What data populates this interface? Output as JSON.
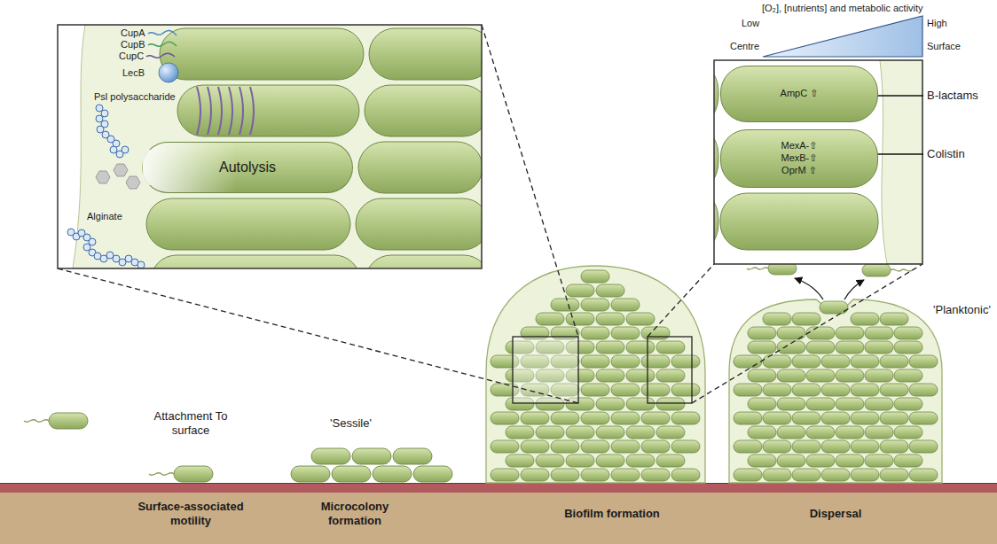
{
  "diagram": {
    "nodes": [
      {
        "text": [
          "Autolysis"
        ]
      },
      {
        "text": [
          "AmpC ⇧"
        ]
      },
      {
        "text": [
          "MexA-⇧",
          "MexB-⇧",
          "OprM ⇧"
        ]
      },
      {
        "text": [
          "Surface-associated motility",
          "Microcolony formation",
          "Biofilm formation",
          "Dispersal"
        ]
      }
    ],
    "labels": [
      "CupA",
      "CupB",
      "CupC",
      "LecB",
      "Psl polysaccharide",
      "Alginate",
      "[O₂], [nutrients] and metabolic activity",
      "Low",
      "High",
      "Centre",
      "Surface",
      "B-lactams",
      "Colistin",
      "Attachment To surface",
      "'Sessile'",
      "'Planktonic'"
    ]
  }
}
